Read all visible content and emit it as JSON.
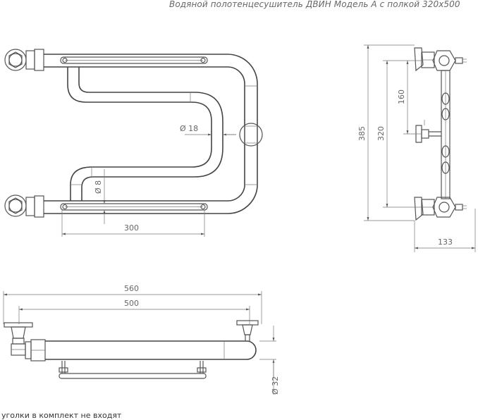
{
  "title": "Водяной полотенцесушитель ДВИН Модель А с полкой 320х500",
  "note": "уголки в комплект не входят",
  "front_view": {
    "dim_diameter_18": "Ø 18",
    "dim_diameter_8": "Ø 8",
    "dim_300": "300"
  },
  "side_view": {
    "dim_385": "385",
    "dim_320": "320",
    "dim_160": "160",
    "dim_133": "133"
  },
  "top_view": {
    "dim_560": "560",
    "dim_500": "500",
    "dim_diameter_32": "Ø 32"
  }
}
